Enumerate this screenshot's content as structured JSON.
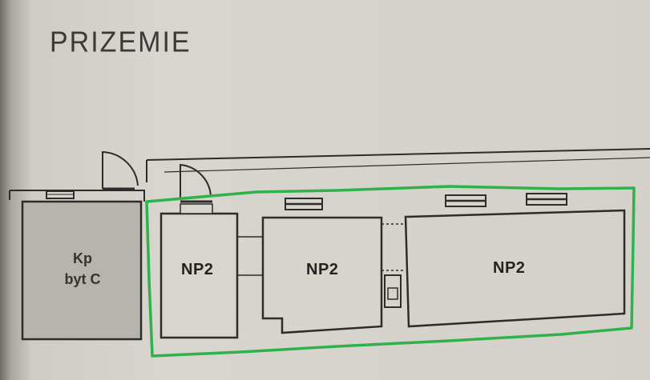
{
  "plan": {
    "title": "PRIZEMIE",
    "rooms": [
      {
        "id": "kp",
        "label_line1": "Kp",
        "label_line2": "byt C"
      },
      {
        "id": "np2-a",
        "label": "NP2"
      },
      {
        "id": "np2-b",
        "label": "NP2"
      },
      {
        "id": "np2-c",
        "label": "NP2"
      }
    ],
    "highlight_color": "#2fb24a",
    "line_color": "#2d2c2a"
  }
}
